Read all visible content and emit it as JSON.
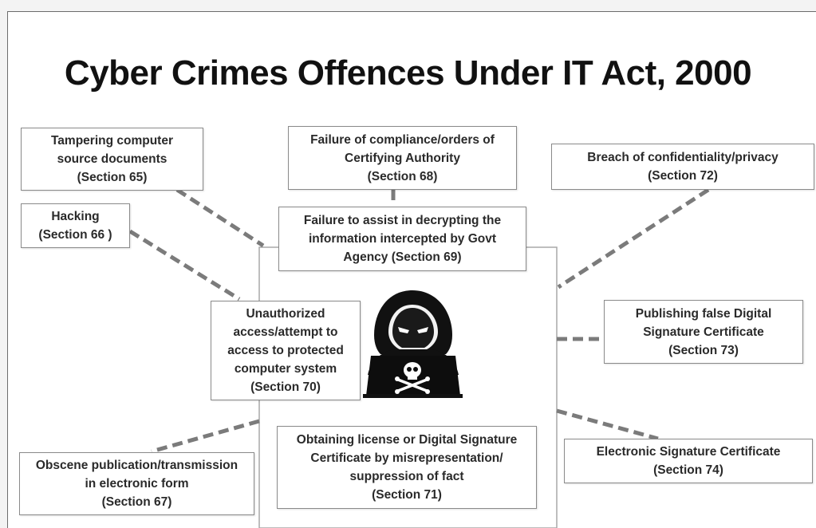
{
  "title": "Cyber Crimes Offences Under IT Act, 2000",
  "colors": {
    "line": "#7b7b7b",
    "text": "#2a2a2a",
    "box_border": "#8a8a8a"
  },
  "center_icon": "hacker-hoodie-skull-laptop-icon",
  "boxes": {
    "s65": {
      "line1": "Tampering computer",
      "line2": "source documents",
      "section": "(Section 65)"
    },
    "s66": {
      "line1": "Hacking",
      "section": "(Section 66 )"
    },
    "s68": {
      "line1": "Failure of compliance/orders of",
      "line2": "Certifying Authority",
      "section": "(Section 68)"
    },
    "s69": {
      "line1": "Failure to assist in decrypting the",
      "line2": "information intercepted by Govt",
      "section": "Agency (Section 69)"
    },
    "s72": {
      "line1": "Breach of confidentiality/privacy",
      "section": "(Section 72)"
    },
    "s73": {
      "line1": "Publishing false Digital",
      "line2": "Signature Certificate",
      "section": "(Section 73)"
    },
    "s70": {
      "line1": "Unauthorized",
      "line2": "access/attempt to",
      "line3": "access to protected",
      "line4": "computer system",
      "section": "(Section 70)"
    },
    "s67": {
      "line1": "Obscene publication/transmission",
      "line2": "in electronic form",
      "section": "(Section 67)"
    },
    "s71": {
      "line1": "Obtaining license or Digital Signature",
      "line2": "Certificate by misrepresentation/",
      "line3": "suppression of fact",
      "section": "(Section 71)"
    },
    "s74": {
      "line1": "Electronic Signature Certificate",
      "section": "(Section 74)"
    }
  }
}
